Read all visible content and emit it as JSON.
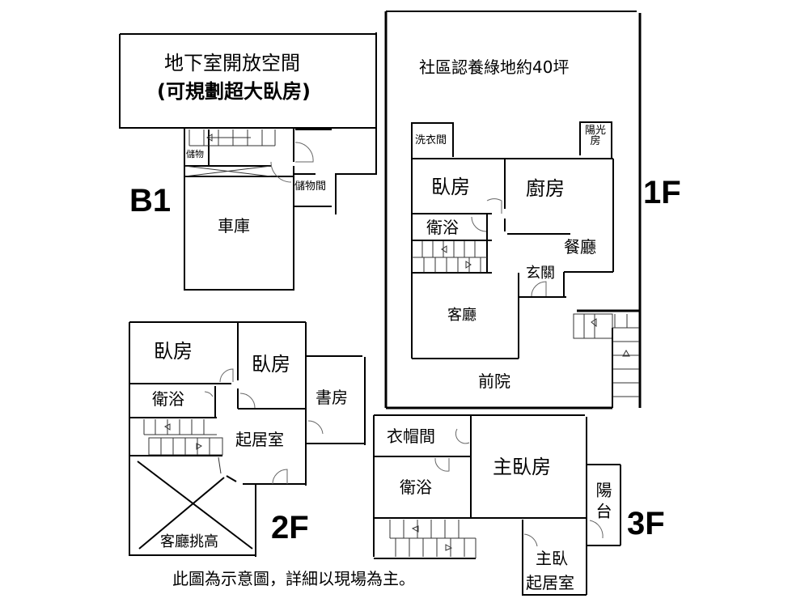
{
  "floors": {
    "b1": {
      "label": "B1",
      "open_space_line1": "地下室開放空間",
      "open_space_line2": "(可規劃超大臥房)",
      "storage_small": "儲物",
      "storage_room": "儲物間",
      "garage": "車庫"
    },
    "f1": {
      "label": "1F",
      "green_area": "社區認養綠地約40坪",
      "laundry": "洗衣間",
      "sunroom": "陽光房",
      "bedroom": "臥房",
      "kitchen": "廚房",
      "bathroom": "衛浴",
      "dining": "餐廳",
      "entrance": "玄關",
      "living": "客廳",
      "front_yard": "前院"
    },
    "f2": {
      "label": "2F",
      "bedroom_1": "臥房",
      "bedroom_2": "臥房",
      "bathroom": "衛浴",
      "study": "書房",
      "family_room": "起居室",
      "living_void": "客廳挑高"
    },
    "f3": {
      "label": "3F",
      "closet": "衣帽間",
      "master_bedroom": "主臥房",
      "bathroom": "衛浴",
      "balcony": "陽台",
      "master_family_line1": "主臥",
      "master_family_line2": "起居室"
    }
  },
  "disclaimer": "此圖為示意圖，詳細以現場為主。"
}
